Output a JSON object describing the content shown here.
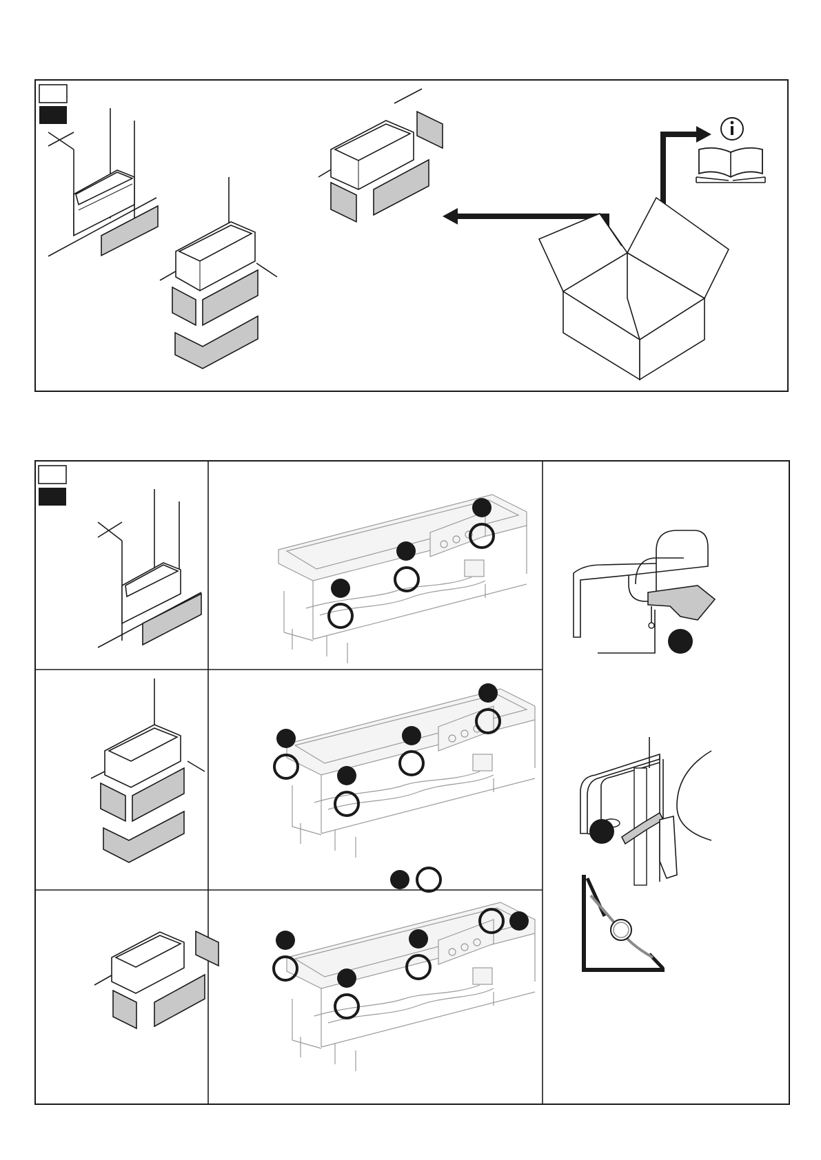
{
  "page": {
    "background": "#ffffff",
    "line_color": "#1a1a1a",
    "panel_color": "#c8c8c8"
  },
  "legend": {
    "white_swatch": "white-square",
    "black_swatch": "black-square"
  },
  "icons": {
    "info": "info-icon",
    "manual": "open-book-icon",
    "box": "open-cardboard-box-icon"
  },
  "callouts": {
    "row1": 3,
    "row2": 4,
    "row3": 5,
    "detail": 2
  }
}
